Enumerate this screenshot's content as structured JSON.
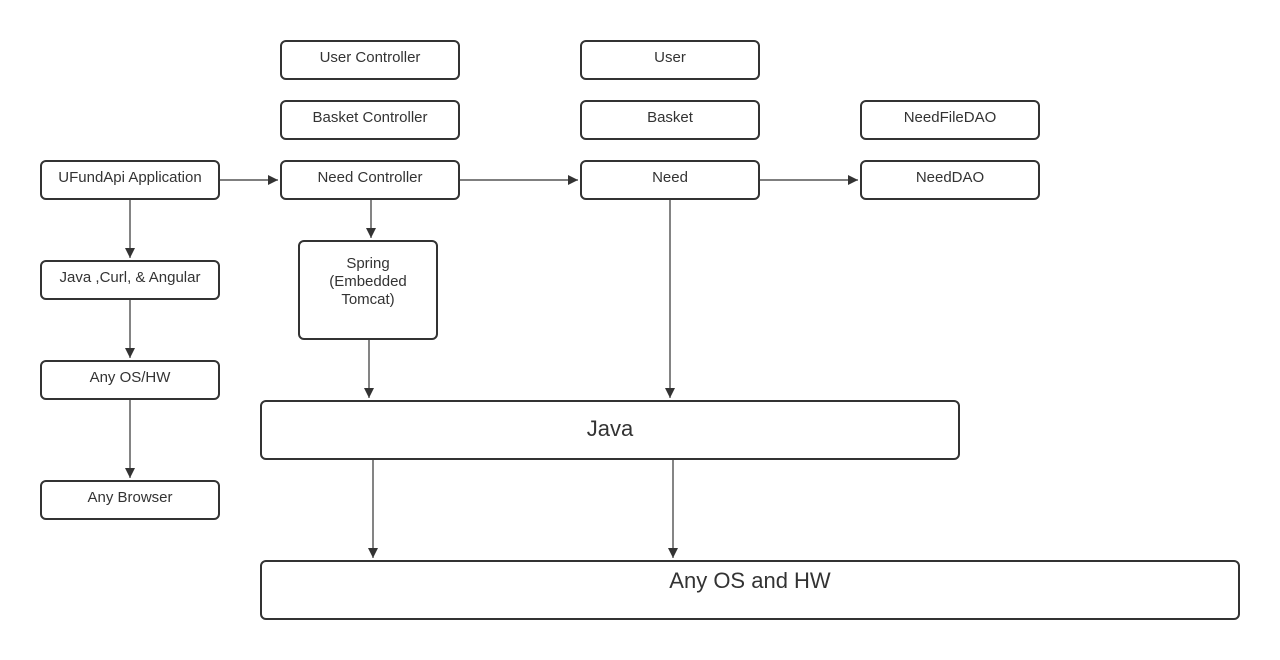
{
  "colors": {
    "stroke": "#333333",
    "background": "#ffffff",
    "text": "#333333"
  },
  "nodes": {
    "user_controller": "User Controller",
    "basket_controller": "Basket Controller",
    "need_controller": "Need Controller",
    "user": "User",
    "basket": "Basket",
    "need": "Need",
    "need_file_dao": "NeedFileDAO",
    "need_dao": "NeedDAO",
    "ufundapi_application": "UFundApi Application",
    "java_curl_angular": "Java ,Curl, & Angular",
    "any_os_hw": "Any OS/HW",
    "any_browser": "Any Browser",
    "spring": "Spring\n(Embedded\nTomcat)",
    "java": "Java",
    "any_os_and_hw": "Any OS and HW"
  }
}
